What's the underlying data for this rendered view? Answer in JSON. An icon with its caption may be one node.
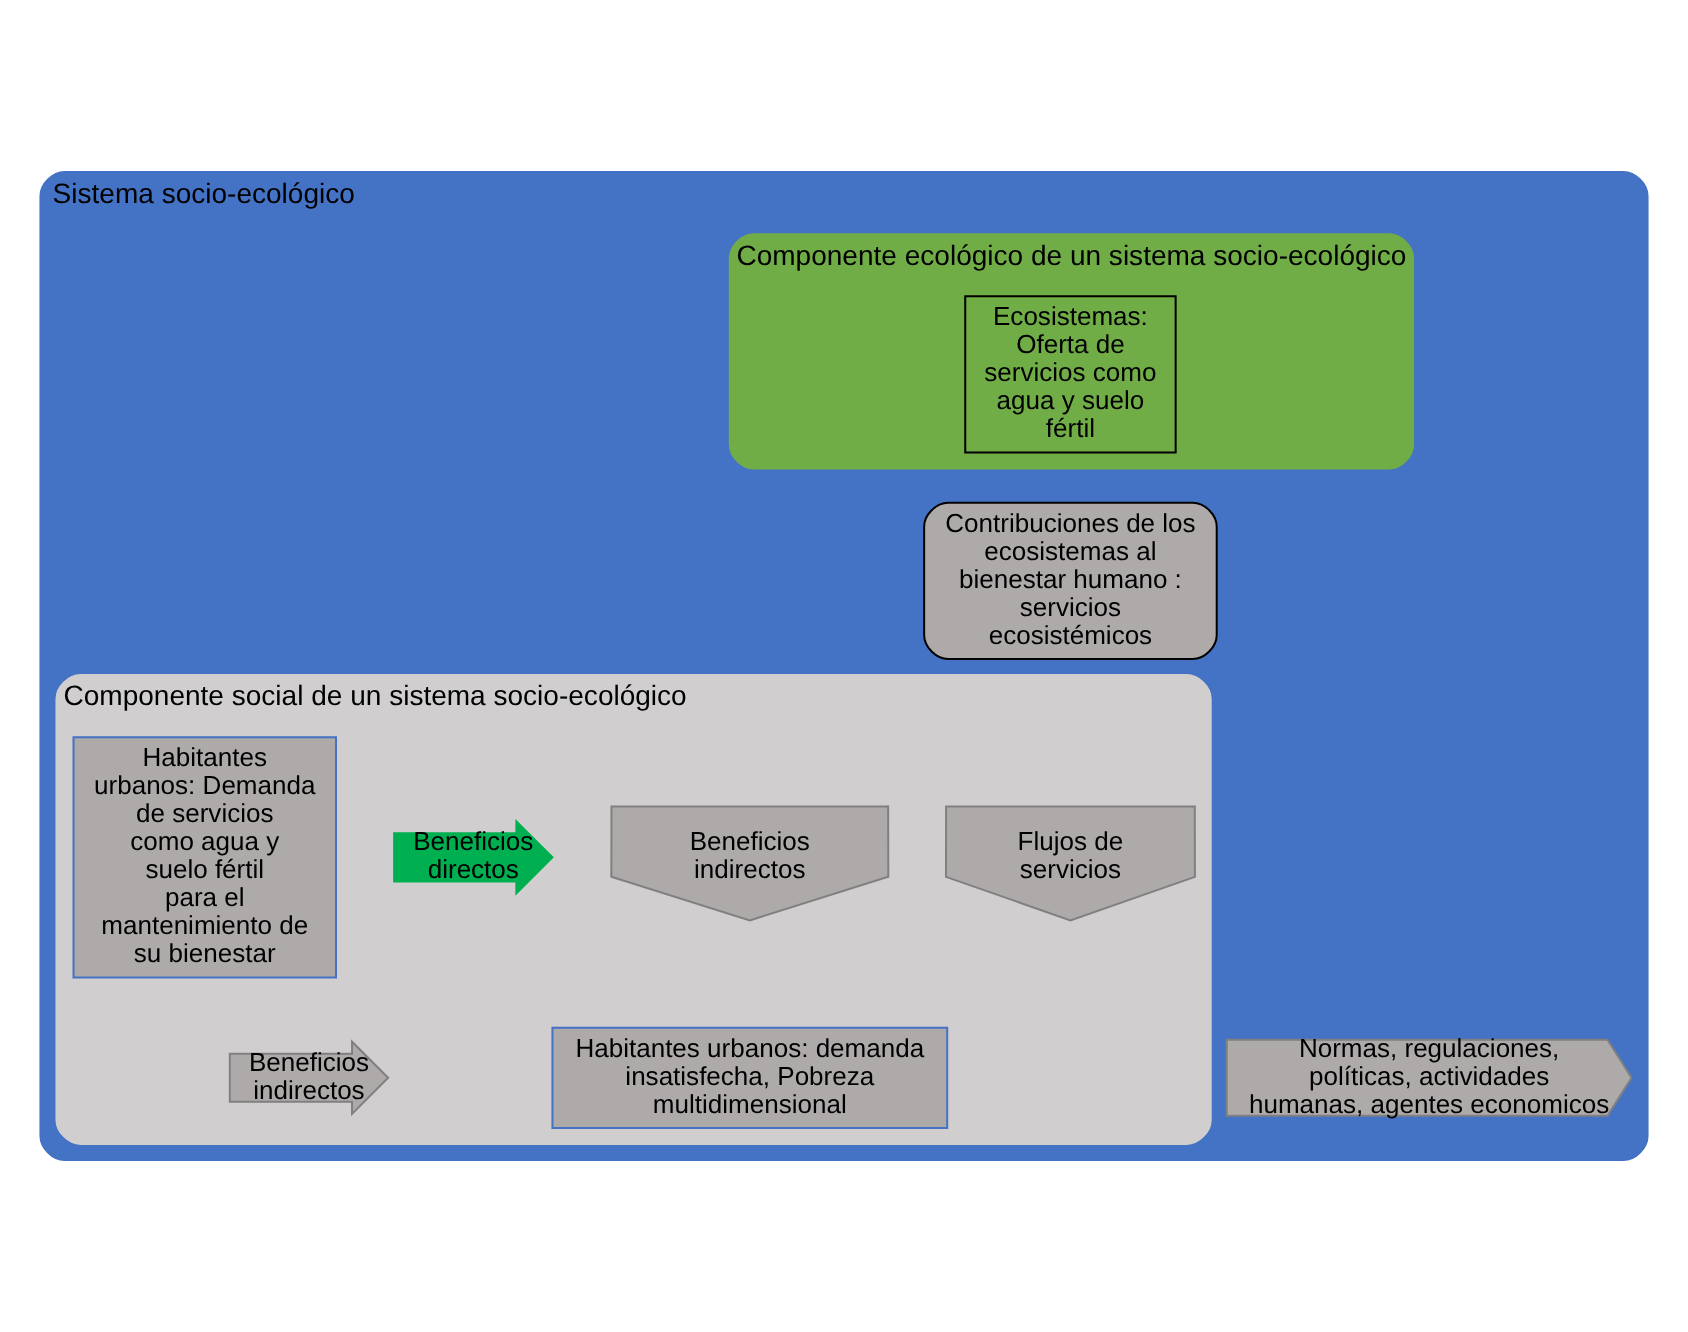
{
  "diagram": {
    "nodes": [
      {
        "text": [
          "Sistema socio-ecológico"
        ]
      },
      {
        "text": [
          "Componente ecológico de un sistema socio-ecológico"
        ],
        "in": 0
      },
      {
        "text": [
          "Componente social de un sistema socio-ecológico"
        ],
        "in": 0
      },
      {
        "text": [
          "Ecosistemas: Oferta de servicios como agua y suelo fértil"
        ],
        "in": 1
      },
      {
        "text": [
          "Contribuciones de los ecosistemas al bienestar humano : servicios ecosistémicos"
        ],
        "in": 0
      },
      {
        "text": [
          "Flujos de servicios"
        ],
        "in": 2
      },
      {
        "text": [
          "Beneficios directos"
        ],
        "in": 2
      },
      {
        "text": [
          "Habitantes urbanos: Demanda de servicios como agua y suelo fértil para el mantenimiento de su bienestar"
        ],
        "in": 2
      },
      {
        "text": [
          "Normas, regulaciones, políticas, actividades humanas, agentes economicos"
        ],
        "in": 0
      },
      {
        "text": [
          "Beneficios indirectos"
        ],
        "in": 2
      },
      {
        "text": [
          "Beneficios indirectos"
        ],
        "in": 2
      },
      {
        "text": [
          "Habitantes urbanos: demanda insatisfecha, Pobreza multidimensional"
        ],
        "in": 2
      }
    ]
  }
}
